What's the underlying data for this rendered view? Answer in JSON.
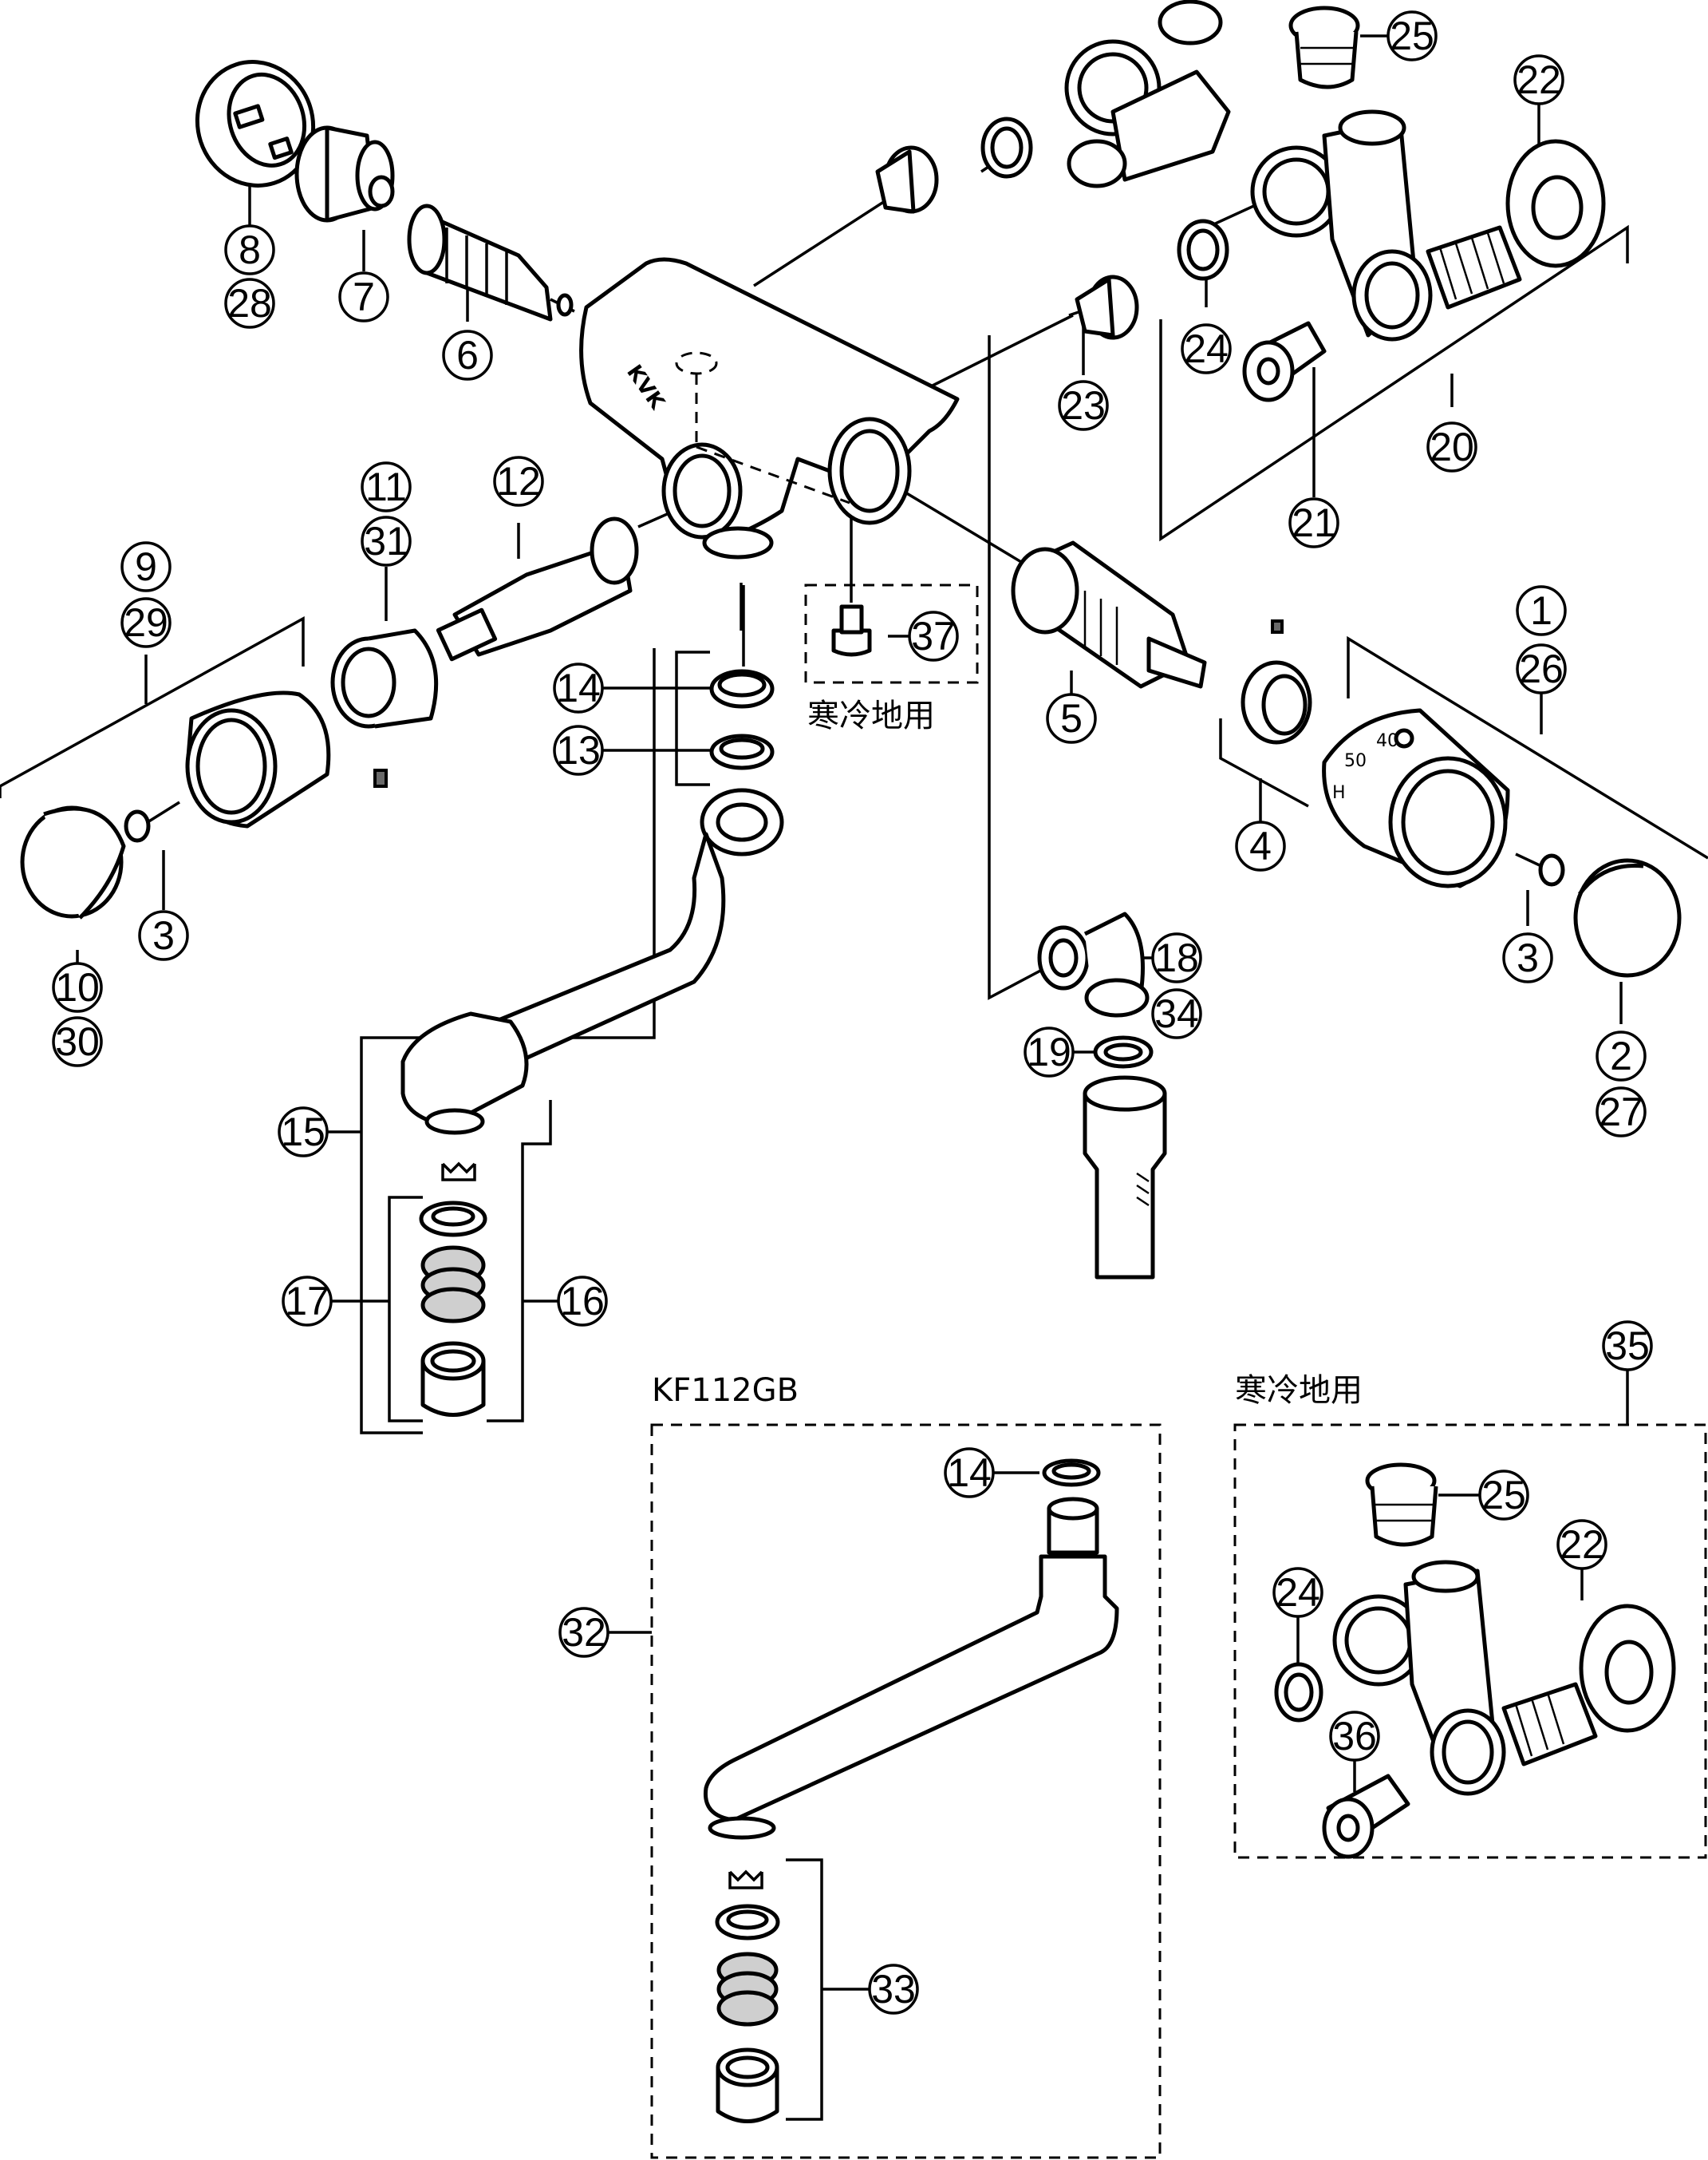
{
  "callouts": {
    "c1": "1",
    "c2": "2",
    "c3a": "3",
    "c3b": "3",
    "c4": "4",
    "c5": "5",
    "c6": "6",
    "c7": "7",
    "c8": "8",
    "c9": "9",
    "c10": "10",
    "c11": "11",
    "c12": "12",
    "c13": "13",
    "c14a": "14",
    "c14b": "14",
    "c15": "15",
    "c16": "16",
    "c17": "17",
    "c18": "18",
    "c19": "19",
    "c20": "20",
    "c21": "21",
    "c22a": "22",
    "c22b": "22",
    "c23": "23",
    "c24a": "24",
    "c24b": "24",
    "c25a": "25",
    "c25b": "25",
    "c26": "26",
    "c27": "27",
    "c28": "28",
    "c29": "29",
    "c30": "30",
    "c31": "31",
    "c32": "32",
    "c33": "33",
    "c34": "34",
    "c35": "35",
    "c36": "36",
    "c37": "37"
  },
  "captions": {
    "cold_region_1": "寒冷地用",
    "cold_region_2": "寒冷地用",
    "model_box": "KF112GB"
  },
  "body_marks": {
    "brand": "KVK",
    "dial_40": "40",
    "dial_50": "50",
    "dial_h": "H"
  }
}
